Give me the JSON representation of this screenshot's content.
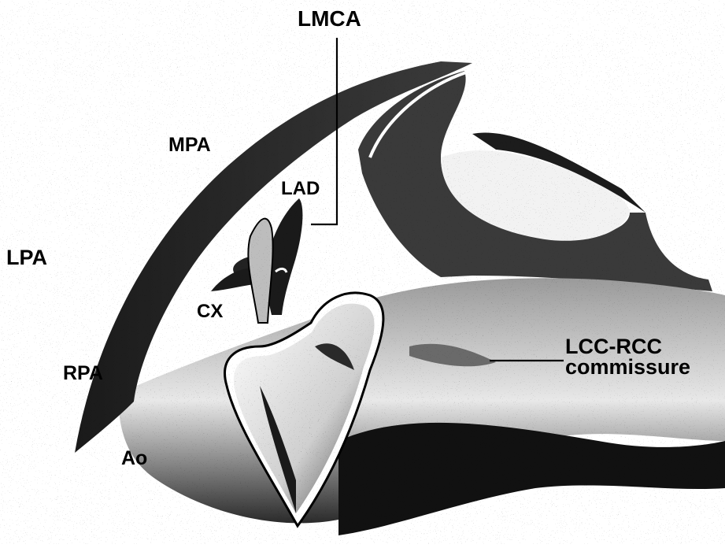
{
  "labels": {
    "lmca": "LMCA",
    "mpa": "MPA",
    "lad": "LAD",
    "lpa": "LPA",
    "cx": "CX",
    "rpa": "RPA",
    "ao": "Ao",
    "commissure_line1": "LCC-RCC",
    "commissure_line2": "commissure"
  },
  "colors": {
    "ink": "#000000",
    "paper": "#ffffff",
    "shade": "#5a5a5a",
    "light_shade": "#bdbdbd"
  }
}
